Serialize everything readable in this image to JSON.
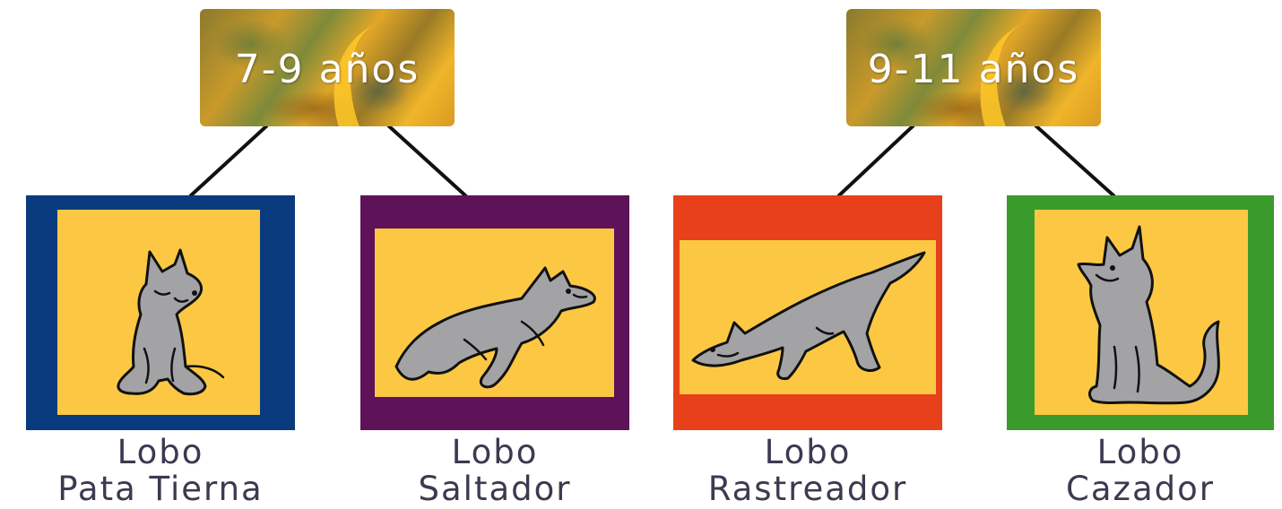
{
  "groups": [
    {
      "age_label": "7-9 años"
    },
    {
      "age_label": "9-11 años"
    }
  ],
  "cards": [
    {
      "line1": "Lobo",
      "line2": "Pata Tierna",
      "frame_color": "#0a3a7e",
      "icon": "sitting-wolf-icon"
    },
    {
      "line1": "Lobo",
      "line2": "Saltador",
      "frame_color": "#5e1258",
      "icon": "leaping-wolf-icon"
    },
    {
      "line1": "Lobo",
      "line2": "Rastreador",
      "frame_color": "#e8401a",
      "icon": "tracking-wolf-icon"
    },
    {
      "line1": "Lobo",
      "line2": "Cazador",
      "frame_color": "#3a9a2c",
      "icon": "howling-wolf-icon"
    }
  ]
}
